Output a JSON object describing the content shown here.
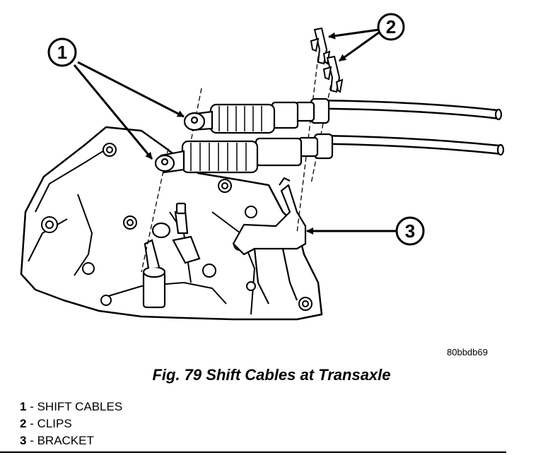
{
  "callouts": [
    {
      "number": "1"
    },
    {
      "number": "2"
    },
    {
      "number": "3"
    }
  ],
  "figure_code": "80bbdb69",
  "caption": "Fig. 79 Shift Cables at Transaxle",
  "legend": [
    {
      "number": "1",
      "separator": " - ",
      "label": "SHIFT CABLES"
    },
    {
      "number": "2",
      "separator": " - ",
      "label": "CLIPS"
    },
    {
      "number": "3",
      "separator": " - ",
      "label": "BRACKET"
    }
  ]
}
